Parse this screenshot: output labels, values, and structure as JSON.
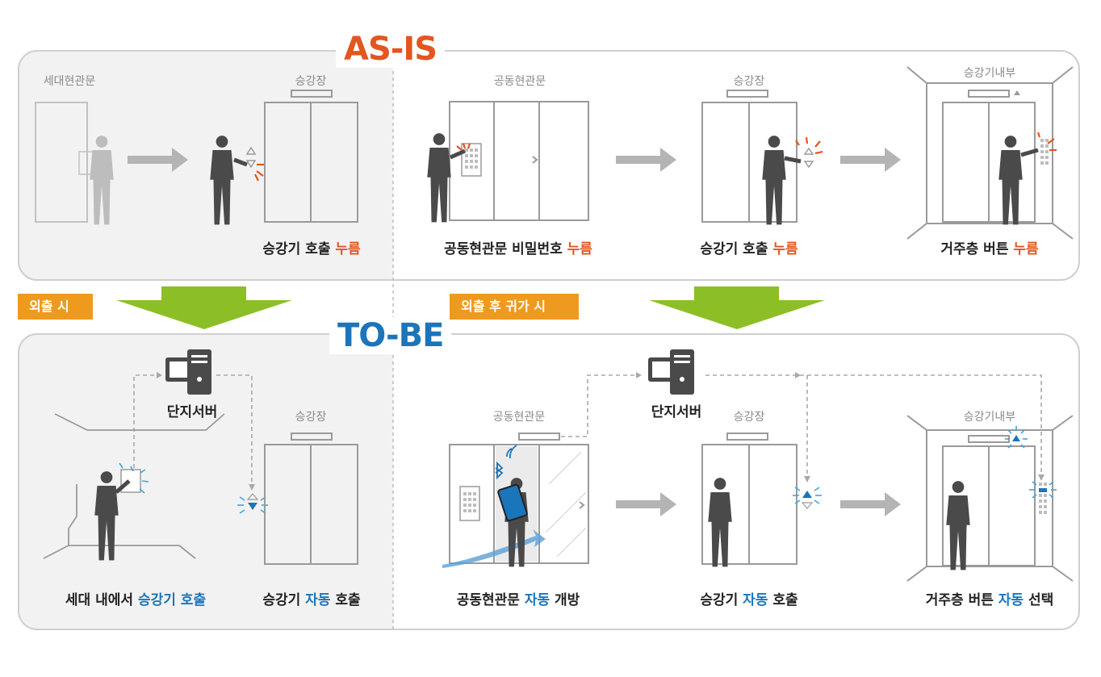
{
  "colors": {
    "as_is": "#e2561f",
    "to_be": "#1b75bb",
    "tag_bg": "#ee9a1e",
    "green_arrow": "#8cbf26",
    "highlight_orange": "#e2561f",
    "highlight_blue": "#1b75bb",
    "silhouette": "#4a4a4a",
    "gray_line": "#9a9a9a"
  },
  "as_is": {
    "title": "AS-IS",
    "labels": {
      "unit_door": "세대현관문",
      "hall1": "승강장",
      "common_door": "공동현관문",
      "hall2": "승강장",
      "cabin": "승강기내부"
    },
    "captions": [
      {
        "prefix": "승강기 호출 ",
        "highlight": "누름",
        "suffix": ""
      },
      {
        "prefix": "공동현관문 비밀번호 ",
        "highlight": "누름",
        "suffix": ""
      },
      {
        "prefix": "승강기 호출 ",
        "highlight": "누름",
        "suffix": ""
      },
      {
        "prefix": "거주층 버튼 ",
        "highlight": "누름",
        "suffix": ""
      }
    ]
  },
  "tags": {
    "going_out": "외출 시",
    "coming_home": "외출 후 귀가 시"
  },
  "to_be": {
    "title": "TO-BE",
    "labels": {
      "server1": "단지서버",
      "hall1": "승강장",
      "common_door": "공동현관문",
      "server2": "단지서버",
      "hall2": "승강장",
      "cabin": "승강기내부"
    },
    "captions": [
      {
        "prefix": "세대 내에서 ",
        "highlight": "승강기 호출",
        "suffix": ""
      },
      {
        "prefix": "승강기 ",
        "highlight": "자동",
        "suffix": " 호출"
      },
      {
        "prefix": "공동현관문 ",
        "highlight": "자동",
        "suffix": " 개방"
      },
      {
        "prefix": "승강기 ",
        "highlight": "자동",
        "suffix": " 호출"
      },
      {
        "prefix": "거주층 버튼 ",
        "highlight": "자동",
        "suffix": " 선택"
      }
    ]
  }
}
